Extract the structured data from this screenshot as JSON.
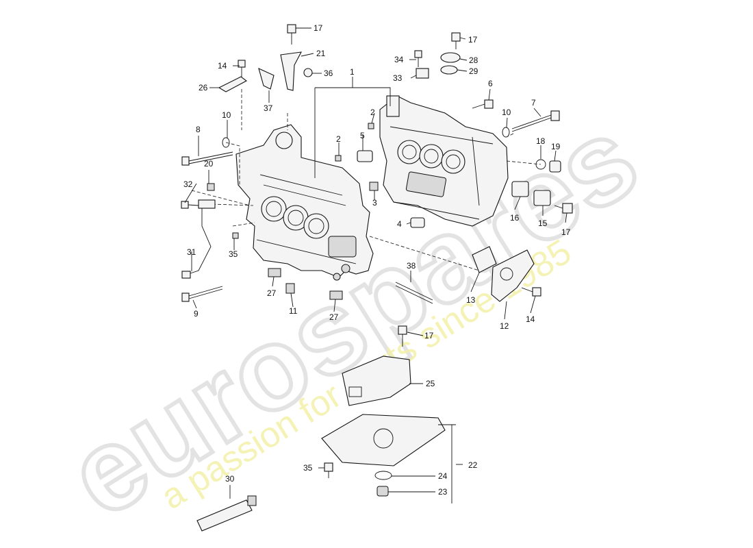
{
  "watermark": {
    "brand": "eurospares",
    "tagline": "a passion for parts since 1985",
    "brand_color": "#e6e6e6",
    "tagline_color": "#f3f0a8"
  },
  "callouts": [
    "1",
    "2",
    "2",
    "3",
    "4",
    "5",
    "6",
    "7",
    "8",
    "9",
    "10",
    "10",
    "11",
    "12",
    "13",
    "14",
    "14",
    "15",
    "16",
    "17",
    "17",
    "17",
    "17",
    "18",
    "19",
    "20",
    "21",
    "22",
    "23",
    "24",
    "25",
    "26",
    "27",
    "27",
    "28",
    "29",
    "30",
    "31",
    "32",
    "33",
    "34",
    "35",
    "35",
    "36",
    "37",
    "38"
  ]
}
